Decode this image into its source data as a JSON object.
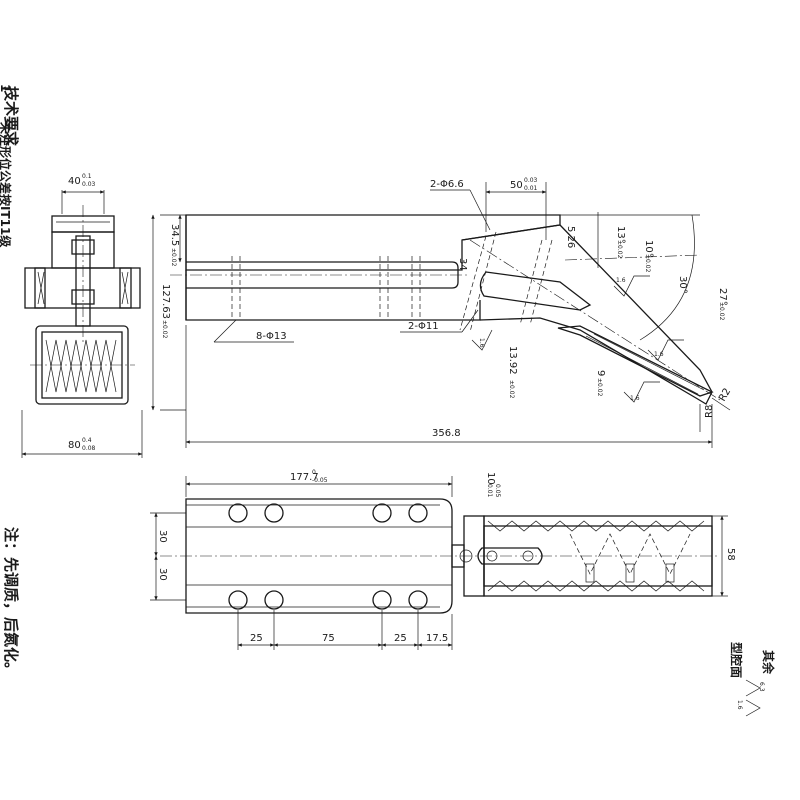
{
  "notes": {
    "tech_title": "技术要求",
    "tech_item_no": "1",
    "tech_item_text": "未注形位公差按IT11级",
    "bottom_note": "注：先调质，后氮化。"
  },
  "roughness": {
    "other_label": "其余",
    "value_other": "6.3",
    "surface_label": "型腔面",
    "value_surface": "1.6"
  },
  "left_view": {
    "width_dim": "40",
    "width_tol_upper": "0.1",
    "width_tol_lower": "0.03",
    "bottom_dim": "80",
    "bottom_tol_upper": "0.4",
    "bottom_tol_lower": "0.08"
  },
  "front_view": {
    "holes_top": "2-Φ6.6",
    "holes_bottom": "8-Φ13",
    "holes_mid": "2-Φ11",
    "dim_50": "50",
    "dim_50_tol_upper": "0.03",
    "dim_50_tol_lower": "0.01",
    "dim_34_5": "34.5",
    "dim_34_5_tol": "±0.02",
    "dim_127_63": "127.63",
    "dim_127_63_tol": "±0.02",
    "dim_34": "34",
    "dim_5_26": "5.26",
    "angle_13": "13°",
    "angle_13_tol": "±0.02",
    "angle_10": "10°",
    "angle_10_tol": "±0.02",
    "angle_30": "30°",
    "angle_27": "27°",
    "angle_27_tol": "±0.02",
    "dim_13_92": "13.92",
    "dim_13_92_tol": "±0.02",
    "dim_9": "9",
    "dim_9_tol": "±0.02",
    "rough_a": "1.6",
    "rough_b": "1.6",
    "rough_c": "1.6",
    "rough_d": "1.6",
    "radius_r2": "R2",
    "radius_r8": "R8",
    "overall_length": "356.8"
  },
  "top_view": {
    "dim_177_7": "177.7",
    "dim_177_7_tol_upper": "0",
    "dim_177_7_tol_lower": "-0.05",
    "dim_10": "10",
    "dim_10_tol_upper": "0.05",
    "dim_10_tol_lower": "0.01",
    "dim_30_a": "30",
    "dim_30_b": "30",
    "dim_58": "58",
    "dim_25_a": "25",
    "dim_75": "75",
    "dim_25_b": "25",
    "dim_17_5": "17.5"
  }
}
